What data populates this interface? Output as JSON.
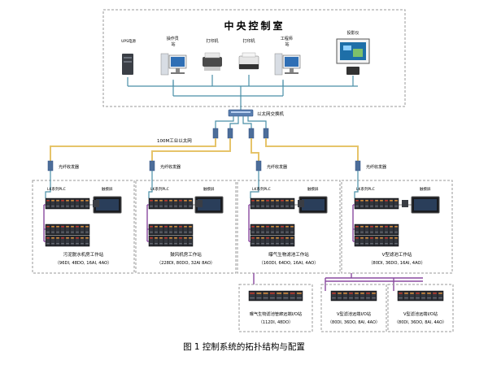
{
  "control_room": {
    "title": "中央控制室",
    "devices": {
      "ups": "UPS电源",
      "operator": "操作员\n站",
      "printer1": "打印机",
      "printer2": "打印机",
      "engineer": "工程师\n站",
      "projector": "投影仪"
    }
  },
  "switch_label": "以太网交换机",
  "ethernet_label": "100M工业以太网",
  "stations": [
    {
      "fiber_label": "光纤收发器",
      "plc_label": "LK系列PLC",
      "touch_label": "触摸屏",
      "name": "污泥脱水机房工作站",
      "io": "（96DI, 48DO, 16AI, 4AO）"
    },
    {
      "fiber_label": "光纤收发器",
      "plc_label": "LK系列PLC",
      "touch_label": "触摸屏",
      "name": "鼓风机房工作站",
      "io": "（228DI, 80DO, 32AI  8AO）"
    },
    {
      "fiber_label": "光纤收发器",
      "plc_label": "LK系列PLC",
      "touch_label": "触摸屏",
      "name": "曝气生物滤池工作站",
      "io": "（160DI, 64DO, 16AI, 4AO）"
    },
    {
      "fiber_label": "光纤收发器",
      "plc_label": "LK系列PLC",
      "touch_label": "触摸屏",
      "name": "V型滤池工作站",
      "io": "（80DI, 36DO, 16AI, 4AO）"
    }
  ],
  "remote_stations": [
    {
      "name": "曝气生物滤池管廊远端I/O站",
      "io": "（112DI, 48DO）"
    },
    {
      "name": "V型滤池远端I/O站",
      "io": "（80DI, 36DO, 8AI, 4AO）"
    },
    {
      "name": "V型滤池远端I/O站",
      "io": "（80DI, 36DO, 8AI, 4AO）"
    }
  ],
  "caption": "图 1  控制系统的拓扑结构与配置",
  "colors": {
    "fiber": "#e6c46a",
    "network": "#4a8fa8",
    "io_bus": "#8a4aa0",
    "dashed_box": "#9a9a9a"
  }
}
